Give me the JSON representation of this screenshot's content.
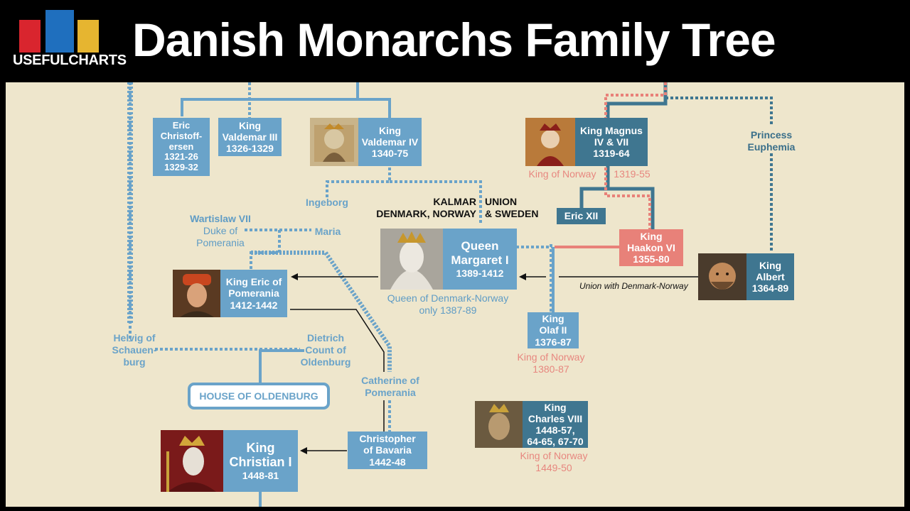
{
  "header": {
    "logo_text": "USEFULCHARTS",
    "title": "Danish Monarchs Family Tree"
  },
  "colors": {
    "light_blue": "#6aa3c9",
    "dark_blue": "#3f7690",
    "pink": "#e88179",
    "background": "#eee6cc"
  },
  "boxes": {
    "eric": {
      "line1": "Eric",
      "line2": "Christoff-",
      "line3": "ersen",
      "line4": "1321-26",
      "line5": "1329-32"
    },
    "valdemar3": {
      "line1": "King",
      "line2": "Valdemar III",
      "line3": "1326-1329"
    },
    "valdemar4": {
      "line1": "King",
      "line2": "Valdemar IV",
      "line3": "1340-75"
    },
    "magnus": {
      "line1": "King Magnus",
      "line2": "IV & VII",
      "line3": "1319-64"
    },
    "ericxii": {
      "line1": "Eric XII"
    },
    "haakon": {
      "line1": "King",
      "line2": "Haakon VI",
      "line3": "1355-80"
    },
    "albert": {
      "line1": "King",
      "line2": "Albert",
      "line3": "1364-89"
    },
    "margaret": {
      "line1": "Queen",
      "line2": "Margaret I",
      "line3": "1389-1412"
    },
    "eric_pom": {
      "line1": "King Eric of",
      "line2": "Pomerania",
      "line3": "1412-1442"
    },
    "olaf": {
      "line1": "King",
      "line2": "Olaf II",
      "line3": "1376-87"
    },
    "christopher": {
      "line1": "Christopher",
      "line2": "of Bavaria",
      "line3": "1442-48"
    },
    "charles": {
      "line1": "King",
      "line2": "Charles VIII",
      "line3": "1448-57,",
      "line4": "64-65, 67-70"
    },
    "christian": {
      "line1": "King",
      "line2": "Christian I",
      "line3": "1448-81"
    }
  },
  "labels": {
    "euphemia": {
      "line1": "Princess",
      "line2": "Euphemia"
    },
    "ingeborg": "Ingeborg",
    "maria": "Maria",
    "wartislaw": {
      "line1": "Wartislaw VII",
      "line2": "Duke of",
      "line3": "Pomerania"
    },
    "helvig": {
      "line1": "Helvig of",
      "line2": "Schauen-",
      "line3": "burg"
    },
    "dietrich": {
      "line1": "Dietrich",
      "line2": "Count of",
      "line3": "Oldenburg"
    },
    "catherine": {
      "line1": "Catherine of",
      "line2": "Pomerania"
    },
    "magnus_norway_a": "King of Norway",
    "magnus_norway_b": "1319-55",
    "margaret_note": {
      "line1": "Queen of Denmark-Norway",
      "line2": "only 1387-89"
    },
    "olaf_note": {
      "line1": "King of Norway",
      "line2": "1380-87"
    },
    "charles_note": {
      "line1": "King of Norway",
      "line2": "1449-50"
    },
    "kalmar_a": {
      "line1": "KALMAR",
      "line2": "DENMARK, NORWAY"
    },
    "kalmar_b": {
      "line1": "UNION",
      "line2": "& SWEDEN"
    },
    "union_note": "Union with Denmark-Norway",
    "house": "HOUSE OF OLDENBURG"
  },
  "portraits": [
    "valdemar4-portrait",
    "magnus-portrait",
    "margaret-portrait",
    "eric-pomerania-portrait",
    "albert-portrait",
    "charles-portrait",
    "christian-portrait"
  ]
}
